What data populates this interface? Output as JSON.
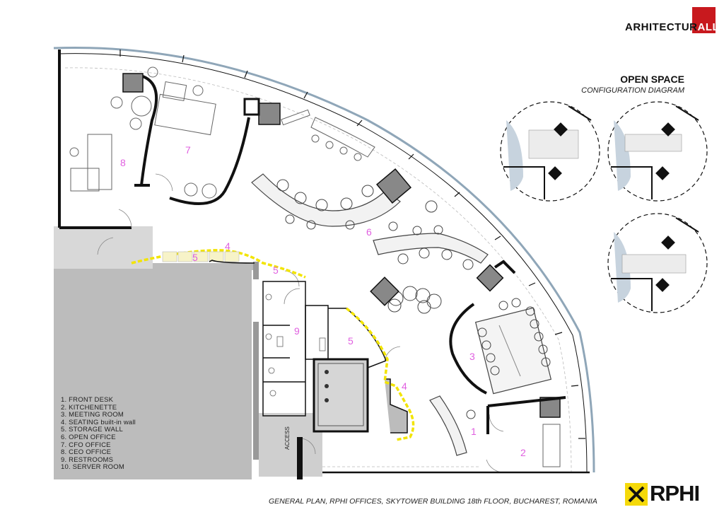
{
  "brand": {
    "text_main": "ARHITECTUR",
    "text_accent": "ALL",
    "accent_color": "#c8191e"
  },
  "header": {
    "title": "OPEN SPACE",
    "subtitle": "CONFIGURATION DIAGRAM"
  },
  "legend": {
    "items": [
      "1. FRONT DESK",
      "2. KITCHENETTE",
      "3. MEETING ROOM",
      "4. SEATING built-in wall",
      "5. STORAGE WALL",
      "6. OPEN OFFICE",
      "7. CFO OFFICE",
      "8. CEO OFFICE",
      "9. RESTROOMS",
      "10. SERVER ROOM"
    ]
  },
  "rooms": {
    "r1": "1",
    "r2": "2",
    "r3": "3",
    "r4a": "4",
    "r4b": "4",
    "r5a": "5",
    "r5b": "5",
    "r5c": "5",
    "r6": "6",
    "r7": "7",
    "r8": "8",
    "r9": "9",
    "color": "#e060e0"
  },
  "labels": {
    "access": "ACCESS"
  },
  "footer": {
    "caption": "GENERAL PLAN, RPHI OFFICES, SKYTOWER BUILDING 18th FLOOR, BUCHAREST, ROMANIA",
    "logo_text": "RPHI",
    "logo_color": "#f5d90a"
  },
  "colors": {
    "wall": "#111111",
    "highlight": "#f2e400",
    "glass": "#8fa6b8"
  }
}
